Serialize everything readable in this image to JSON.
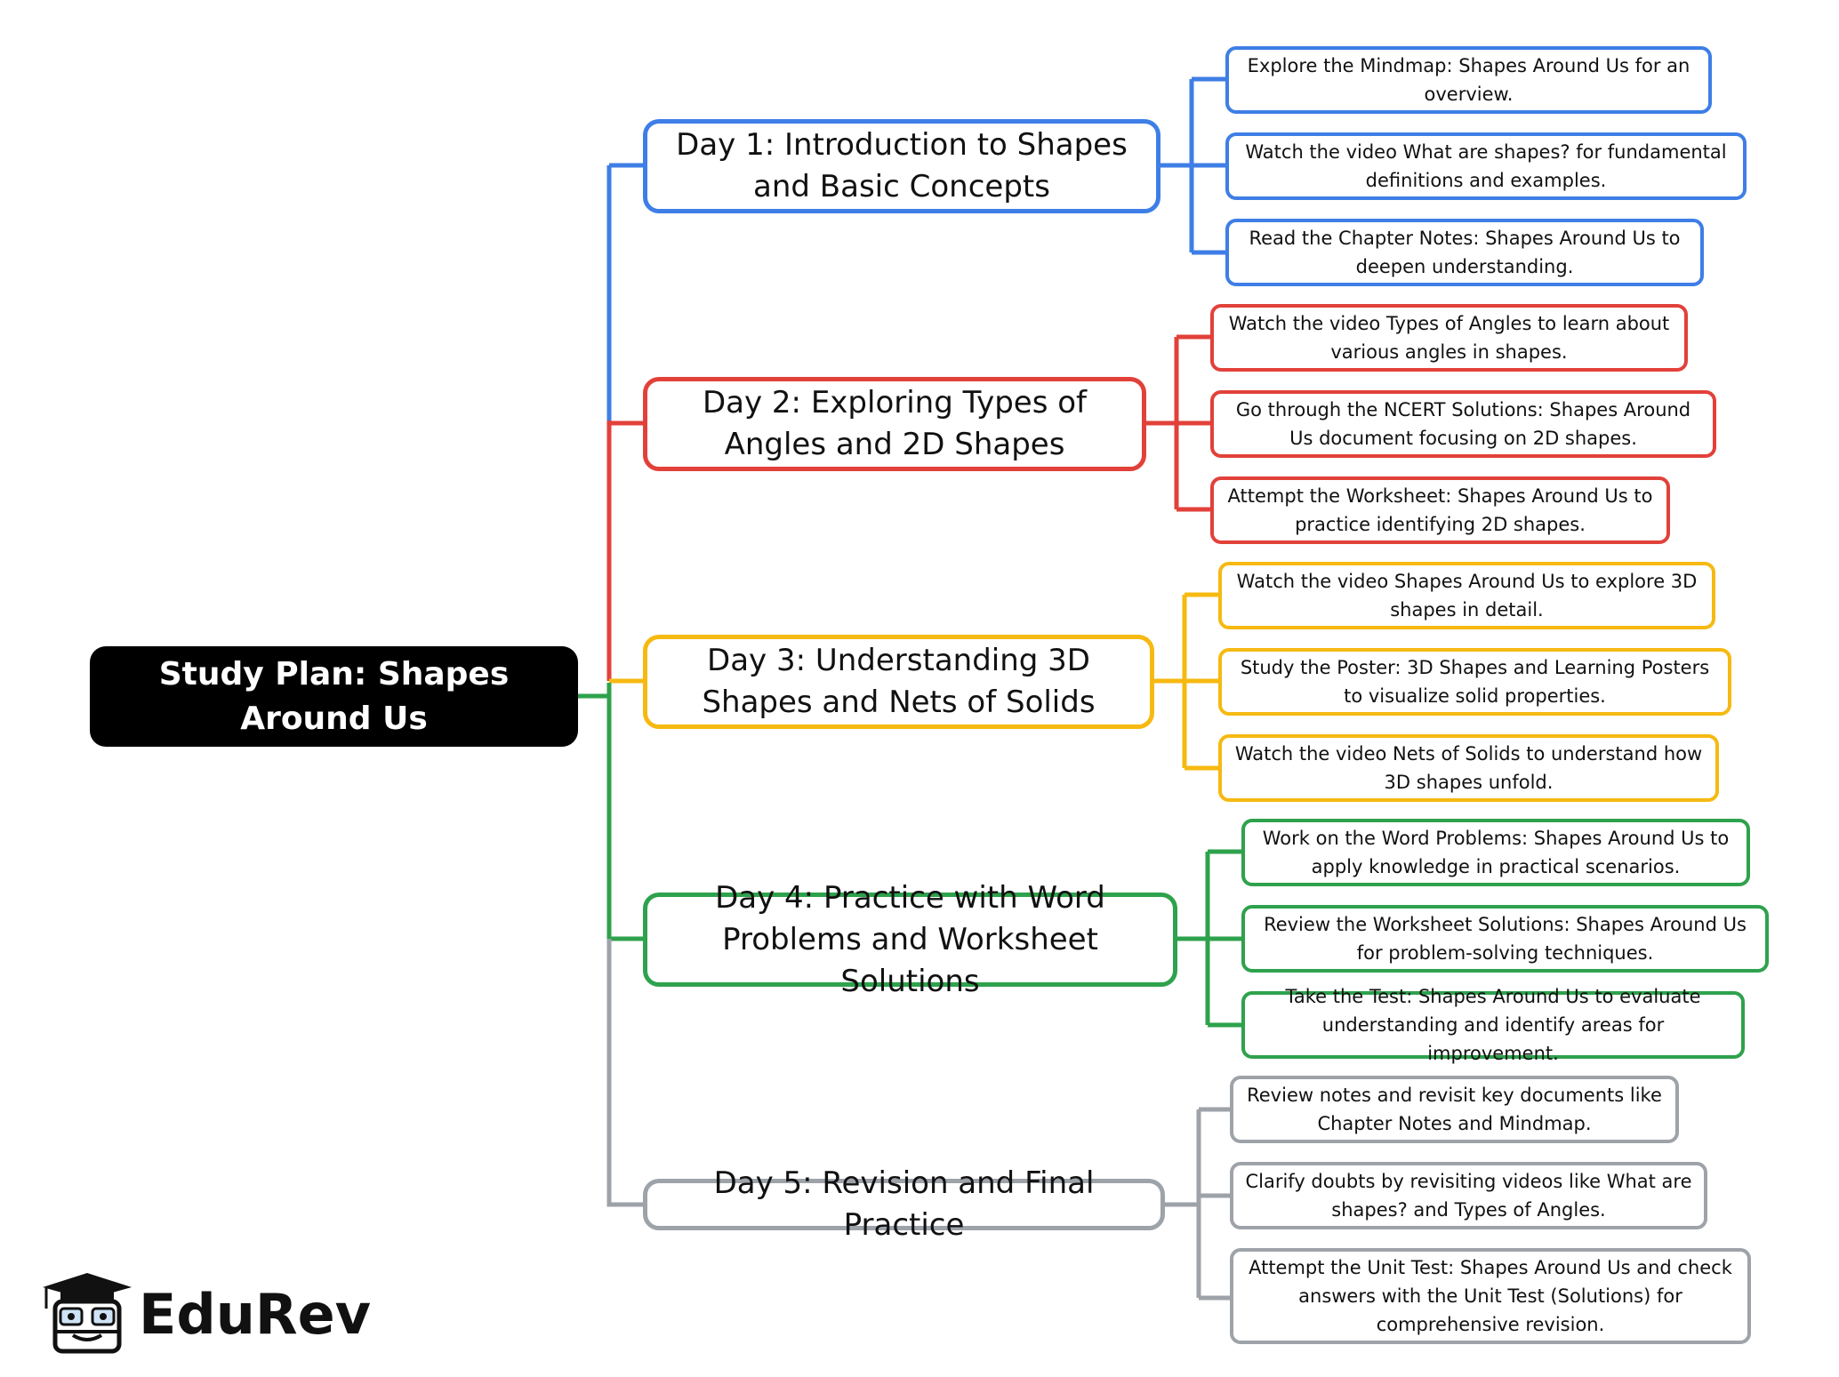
{
  "colors": {
    "day1": "#3e7ee6",
    "day2": "#e2413a",
    "day3": "#f6b911",
    "day4": "#2ea24c",
    "day5": "#9ea2a9",
    "root_bg": "#000000"
  },
  "root": {
    "label": "Study Plan: Shapes Around Us"
  },
  "days": [
    {
      "label": "Day 1: Introduction to Shapes and Basic Concepts",
      "tasks": [
        "Explore the Mindmap: Shapes Around Us for an overview.",
        "Watch the video What are shapes? for fundamental definitions and examples.",
        "Read the Chapter Notes: Shapes Around Us to deepen understanding."
      ]
    },
    {
      "label": "Day 2: Exploring Types of Angles and 2D Shapes",
      "tasks": [
        "Watch the video Types of Angles to learn about various angles in shapes.",
        "Go through the NCERT Solutions: Shapes Around Us document focusing on 2D shapes.",
        "Attempt the Worksheet: Shapes Around Us to practice identifying 2D shapes."
      ]
    },
    {
      "label": "Day 3: Understanding 3D Shapes and Nets of Solids",
      "tasks": [
        "Watch the video Shapes Around Us to explore 3D shapes in detail.",
        "Study the Poster: 3D Shapes and Learning Posters to visualize solid properties.",
        "Watch the video Nets of Solids to understand how 3D shapes unfold."
      ]
    },
    {
      "label": "Day 4: Practice with Word Problems and Worksheet Solutions",
      "tasks": [
        "Work on the Word Problems: Shapes Around Us to apply knowledge in practical scenarios.",
        "Review the Worksheet Solutions: Shapes Around Us for problem-solving techniques.",
        "Take the Test: Shapes Around Us to evaluate understanding and identify areas for improvement."
      ]
    },
    {
      "label": "Day 5: Revision and Final Practice",
      "tasks": [
        "Review notes and revisit key documents like Chapter Notes and Mindmap.",
        "Clarify doubts by revisiting videos like What are shapes? and Types of Angles.",
        "Attempt the Unit Test: Shapes Around Us and check answers with the Unit Test (Solutions) for comprehensive revision."
      ]
    }
  ],
  "brand": {
    "name": "EduRev",
    "icon": "graduation-cap-mascot-icon"
  }
}
